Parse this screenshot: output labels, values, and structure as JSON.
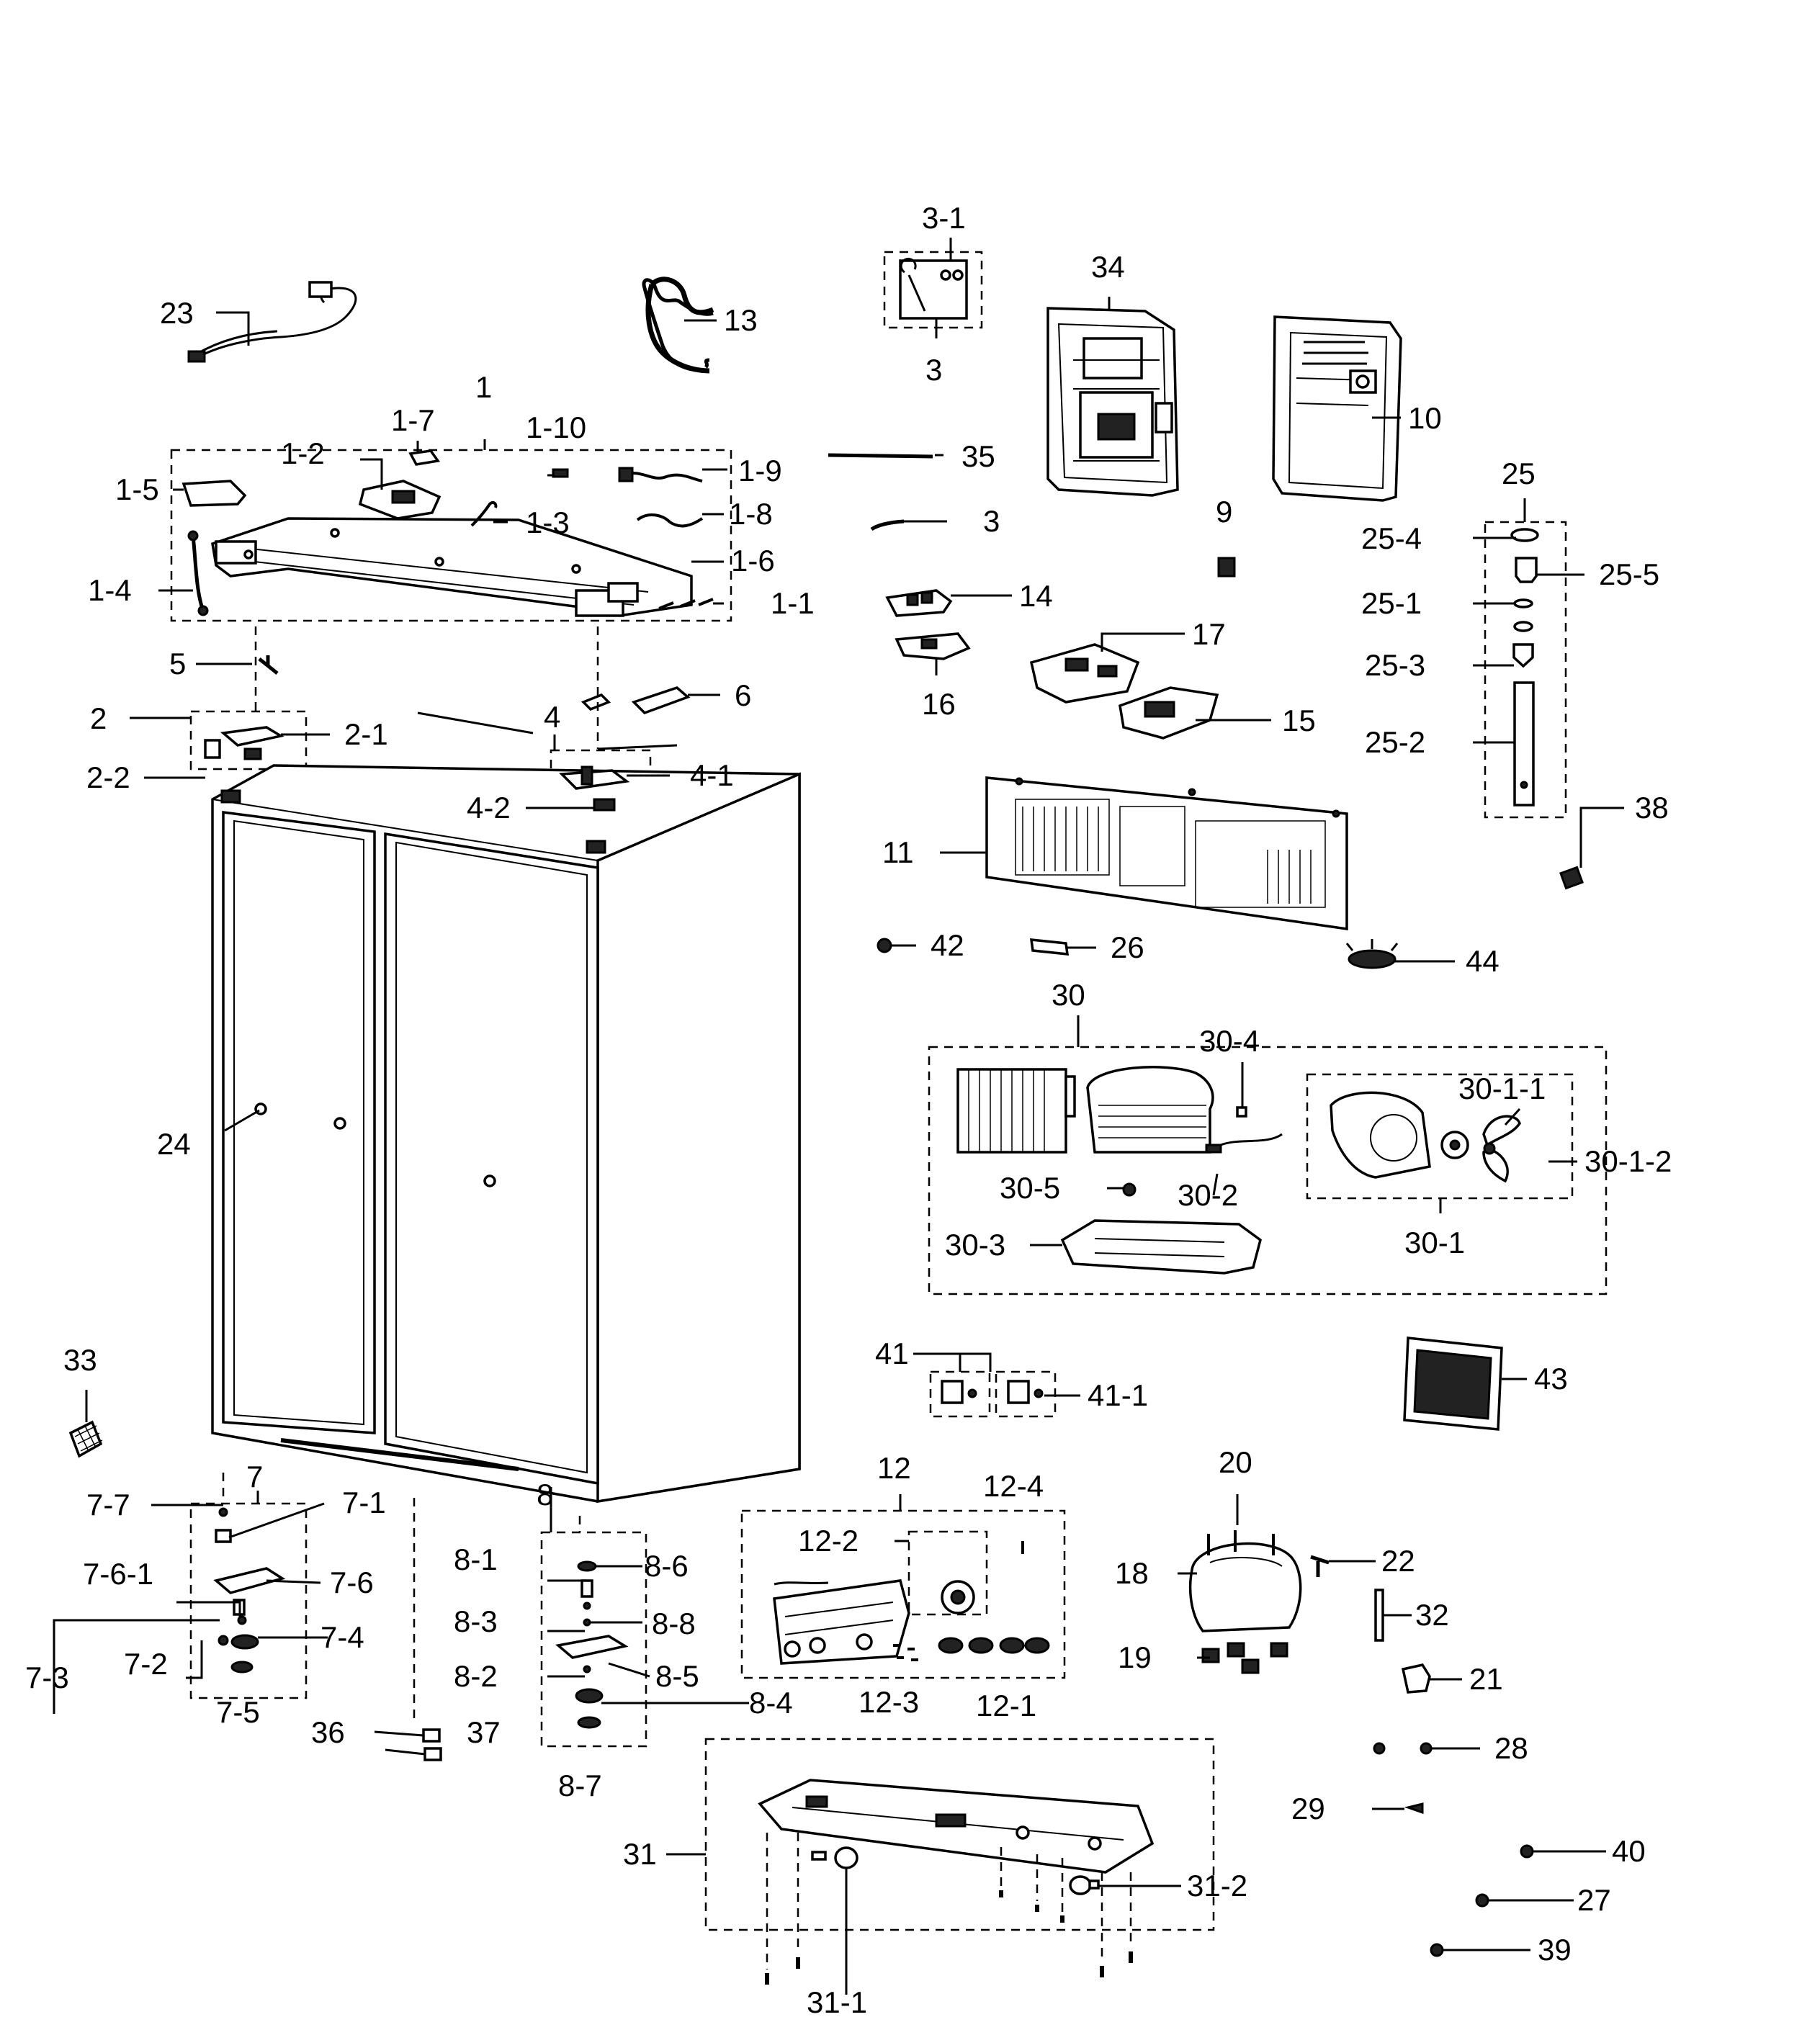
{
  "labels": {
    "p1": "1",
    "p1_1": "1-1",
    "p1_2": "1-2",
    "p1_3": "1-3",
    "p1_4": "1-4",
    "p1_5": "1-5",
    "p1_6": "1-6",
    "p1_7": "1-7",
    "p1_8": "1-8",
    "p1_9": "1-9",
    "p1_10": "1-10",
    "p2": "2",
    "p2_1": "2-1",
    "p2_2": "2-2",
    "p3": "3",
    "p3b": "3",
    "p3_1": "3-1",
    "p4": "4",
    "p4_1": "4-1",
    "p4_2": "4-2",
    "p5": "5",
    "p6": "6",
    "p7": "7",
    "p7_1": "7-1",
    "p7_2": "7-2",
    "p7_3": "7-3",
    "p7_4": "7-4",
    "p7_5": "7-5",
    "p7_6": "7-6",
    "p7_6_1": "7-6-1",
    "p7_7": "7-7",
    "p8": "8",
    "p8_1": "8-1",
    "p8_2": "8-2",
    "p8_3": "8-3",
    "p8_4": "8-4",
    "p8_5": "8-5",
    "p8_6": "8-6",
    "p8_7": "8-7",
    "p8_8": "8-8",
    "p9": "9",
    "p10": "10",
    "p11": "11",
    "p12": "12",
    "p12_1": "12-1",
    "p12_2": "12-2",
    "p12_3": "12-3",
    "p12_4": "12-4",
    "p13": "13",
    "p14": "14",
    "p15": "15",
    "p16": "16",
    "p17": "17",
    "p18": "18",
    "p19": "19",
    "p20": "20",
    "p21": "21",
    "p22": "22",
    "p23": "23",
    "p24": "24",
    "p25": "25",
    "p25_1": "25-1",
    "p25_2": "25-2",
    "p25_3": "25-3",
    "p25_4": "25-4",
    "p25_5": "25-5",
    "p26": "26",
    "p27": "27",
    "p28": "28",
    "p29": "29",
    "p30": "30",
    "p30_1": "30-1",
    "p30_1_1": "30-1-1",
    "p30_1_2": "30-1-2",
    "p30_2": "30-2",
    "p30_3": "30-3",
    "p30_4": "30-4",
    "p30_5": "30-5",
    "p31": "31",
    "p31_1": "31-1",
    "p31_2": "31-2",
    "p32": "32",
    "p33": "33",
    "p34": "34",
    "p35": "35",
    "p36": "36",
    "p37": "37",
    "p38": "38",
    "p39": "39",
    "p40": "40",
    "p41": "41",
    "p41_1": "41-1",
    "p42": "42",
    "p43": "43",
    "p44": "44"
  }
}
